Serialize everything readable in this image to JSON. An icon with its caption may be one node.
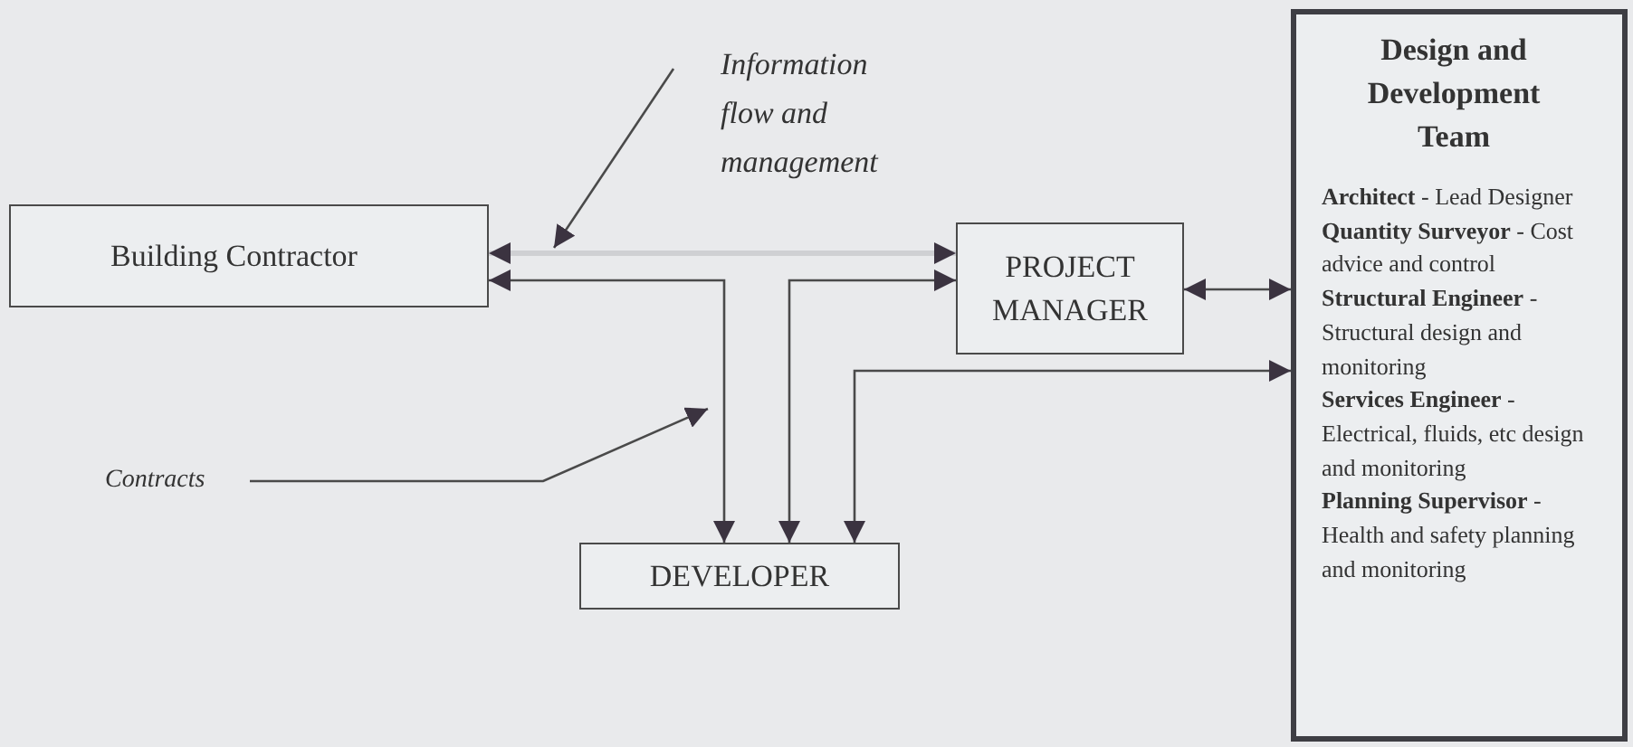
{
  "diagram": {
    "nodes": [
      {
        "text": [
          "Building Contractor"
        ]
      },
      {
        "text": [
          "PROJECT MANAGER"
        ]
      },
      {
        "text": [
          "DEVELOPER"
        ]
      },
      {
        "text": [
          "Design and Development Team",
          "**Architect** - Lead Designer",
          "**Quantity Surveyor** - Cost advice and control",
          "**Structural Engineer** - Structural design and monitoring",
          "**Services Engineer** - Electrical, fluids, etc design and monitoring",
          "**Planning Supervisor** - Health and safety planning and monitoring"
        ]
      },
      {
        "text": [
          "Information flow and management"
        ]
      },
      {
        "text": [
          "Contracts"
        ]
      }
    ],
    "edges": [
      {
        "from": 0,
        "to": 1,
        "arrow": "both",
        "style": "thick",
        "color": "#cfd0d3"
      },
      {
        "from": 0,
        "to": 2,
        "arrow": "both"
      },
      {
        "from": 1,
        "to": 2,
        "arrow": "both"
      },
      {
        "from": 1,
        "to": 3,
        "arrow": "both"
      },
      {
        "from": 3,
        "to": 2,
        "arrow": "both"
      },
      {
        "from": 4,
        "to": null,
        "arrow": "to"
      },
      {
        "from": 5,
        "to": null,
        "arrow": "to"
      }
    ]
  }
}
